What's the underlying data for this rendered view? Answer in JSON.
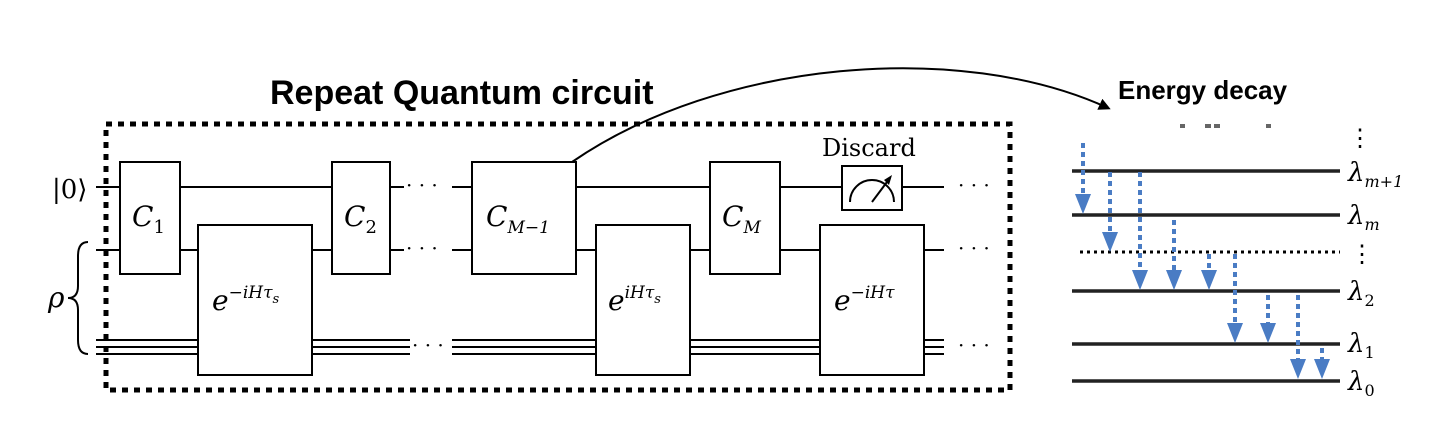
{
  "circuit": {
    "title": "Repeat Quantum circuit",
    "ket_label": "|0⟩",
    "rho_label": "ρ",
    "discard_label": "Discard",
    "ellipsis": "· · ·",
    "gates": [
      {
        "main": "C",
        "sub": "1"
      },
      {
        "main": "C",
        "sub": "2"
      },
      {
        "main": "C",
        "sub": "M−1"
      },
      {
        "main": "C",
        "sub": "M"
      }
    ],
    "evolutions": [
      {
        "main": "e",
        "sup": "−iHτ",
        "sup_sub": "s"
      },
      {
        "main": "e",
        "sup": "iHτ",
        "sup_sub": "s"
      },
      {
        "main": "e",
        "sup": "−iHτ",
        "sup_sub": ""
      }
    ]
  },
  "energy": {
    "title": "Energy decay",
    "vdots": "⋮",
    "levels": [
      {
        "name": "λ",
        "sub": "m+1"
      },
      {
        "name": "λ",
        "sub": "m"
      },
      {
        "name": "λ",
        "sub": "2"
      },
      {
        "name": "λ",
        "sub": "1"
      },
      {
        "name": "λ",
        "sub": "0"
      }
    ]
  },
  "colors": {
    "decay_arrow": "#4a7cc4",
    "line": "#000000"
  }
}
